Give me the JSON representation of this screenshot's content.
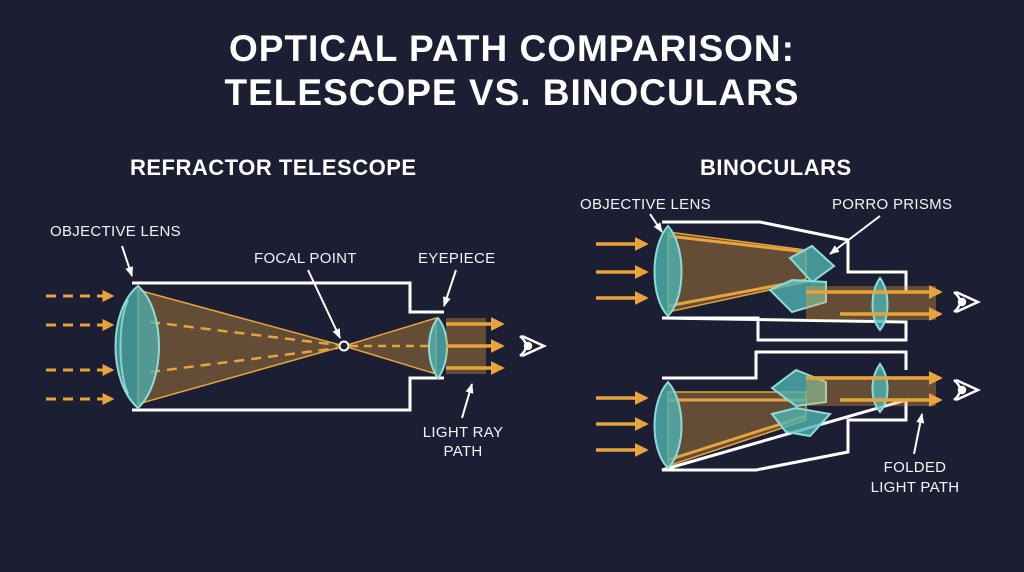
{
  "title": {
    "line1": "OPTICAL PATH COMPARISON:",
    "line2": "TELESCOPE VS. BINOCULARS"
  },
  "telescope": {
    "heading": "REFRACTOR TELESCOPE",
    "labels": {
      "objective_lens": "OBJECTIVE LENS",
      "focal_point": "FOCAL POINT",
      "eyepiece": "EYEPIECE",
      "light_ray_path_1": "LIGHT RAY",
      "light_ray_path_2": "PATH"
    }
  },
  "binoculars": {
    "heading": "BINOCULARS",
    "labels": {
      "objective_lens": "OBJECTIVE LENS",
      "porro_prisms": "PORRO PRISMS",
      "folded_light_path_1": "FOLDED",
      "folded_light_path_2": "LIGHT PATH"
    }
  },
  "colors": {
    "background": "#1c1f33",
    "light_ray": "#e8a33d",
    "lens": "#4fb3b0",
    "outline": "#ffffff"
  }
}
